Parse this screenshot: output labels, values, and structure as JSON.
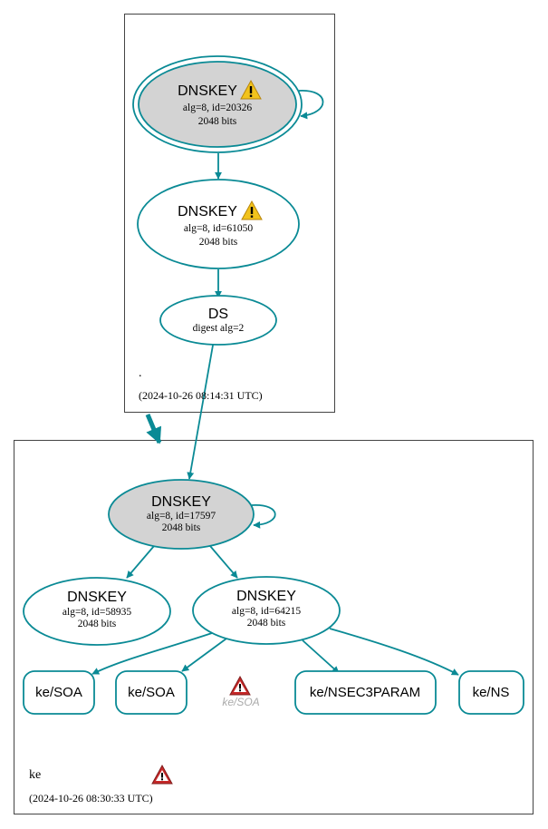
{
  "colors": {
    "edge": "#0a8a95",
    "node_fill_ksk": "#d3d3d3",
    "node_fill": "#ffffff",
    "warning_yellow": "#f2c31c",
    "error_red": "#c62828",
    "dim_text": "#aaaaaa"
  },
  "root_zone": {
    "label": ".",
    "timestamp": "(2024-10-26 08:14:31 UTC)",
    "nodes": [
      {
        "title": "DNSKEY",
        "line1": "alg=8, id=20326",
        "line2": "2048 bits",
        "icon": "warning-icon"
      },
      {
        "title": "DNSKEY",
        "line1": "alg=8, id=61050",
        "line2": "2048 bits",
        "icon": "warning-icon"
      },
      {
        "title": "DS",
        "line1": "digest alg=2"
      }
    ]
  },
  "ke_zone": {
    "label": "ke",
    "timestamp": "(2024-10-26 08:30:33 UTC)",
    "zone_icon": "error-icon",
    "nodes": [
      {
        "title": "DNSKEY",
        "line1": "alg=8, id=17597",
        "line2": "2048 bits"
      },
      {
        "title": "DNSKEY",
        "line1": "alg=8, id=58935",
        "line2": "2048 bits"
      },
      {
        "title": "DNSKEY",
        "line1": "alg=8, id=64215",
        "line2": "2048 bits"
      }
    ],
    "rrsets": [
      "ke/SOA",
      "ke/SOA",
      "ke/NSEC3PARAM",
      "ke/NS"
    ],
    "missing_rrset": {
      "label": "ke/SOA",
      "icon": "error-icon"
    }
  }
}
